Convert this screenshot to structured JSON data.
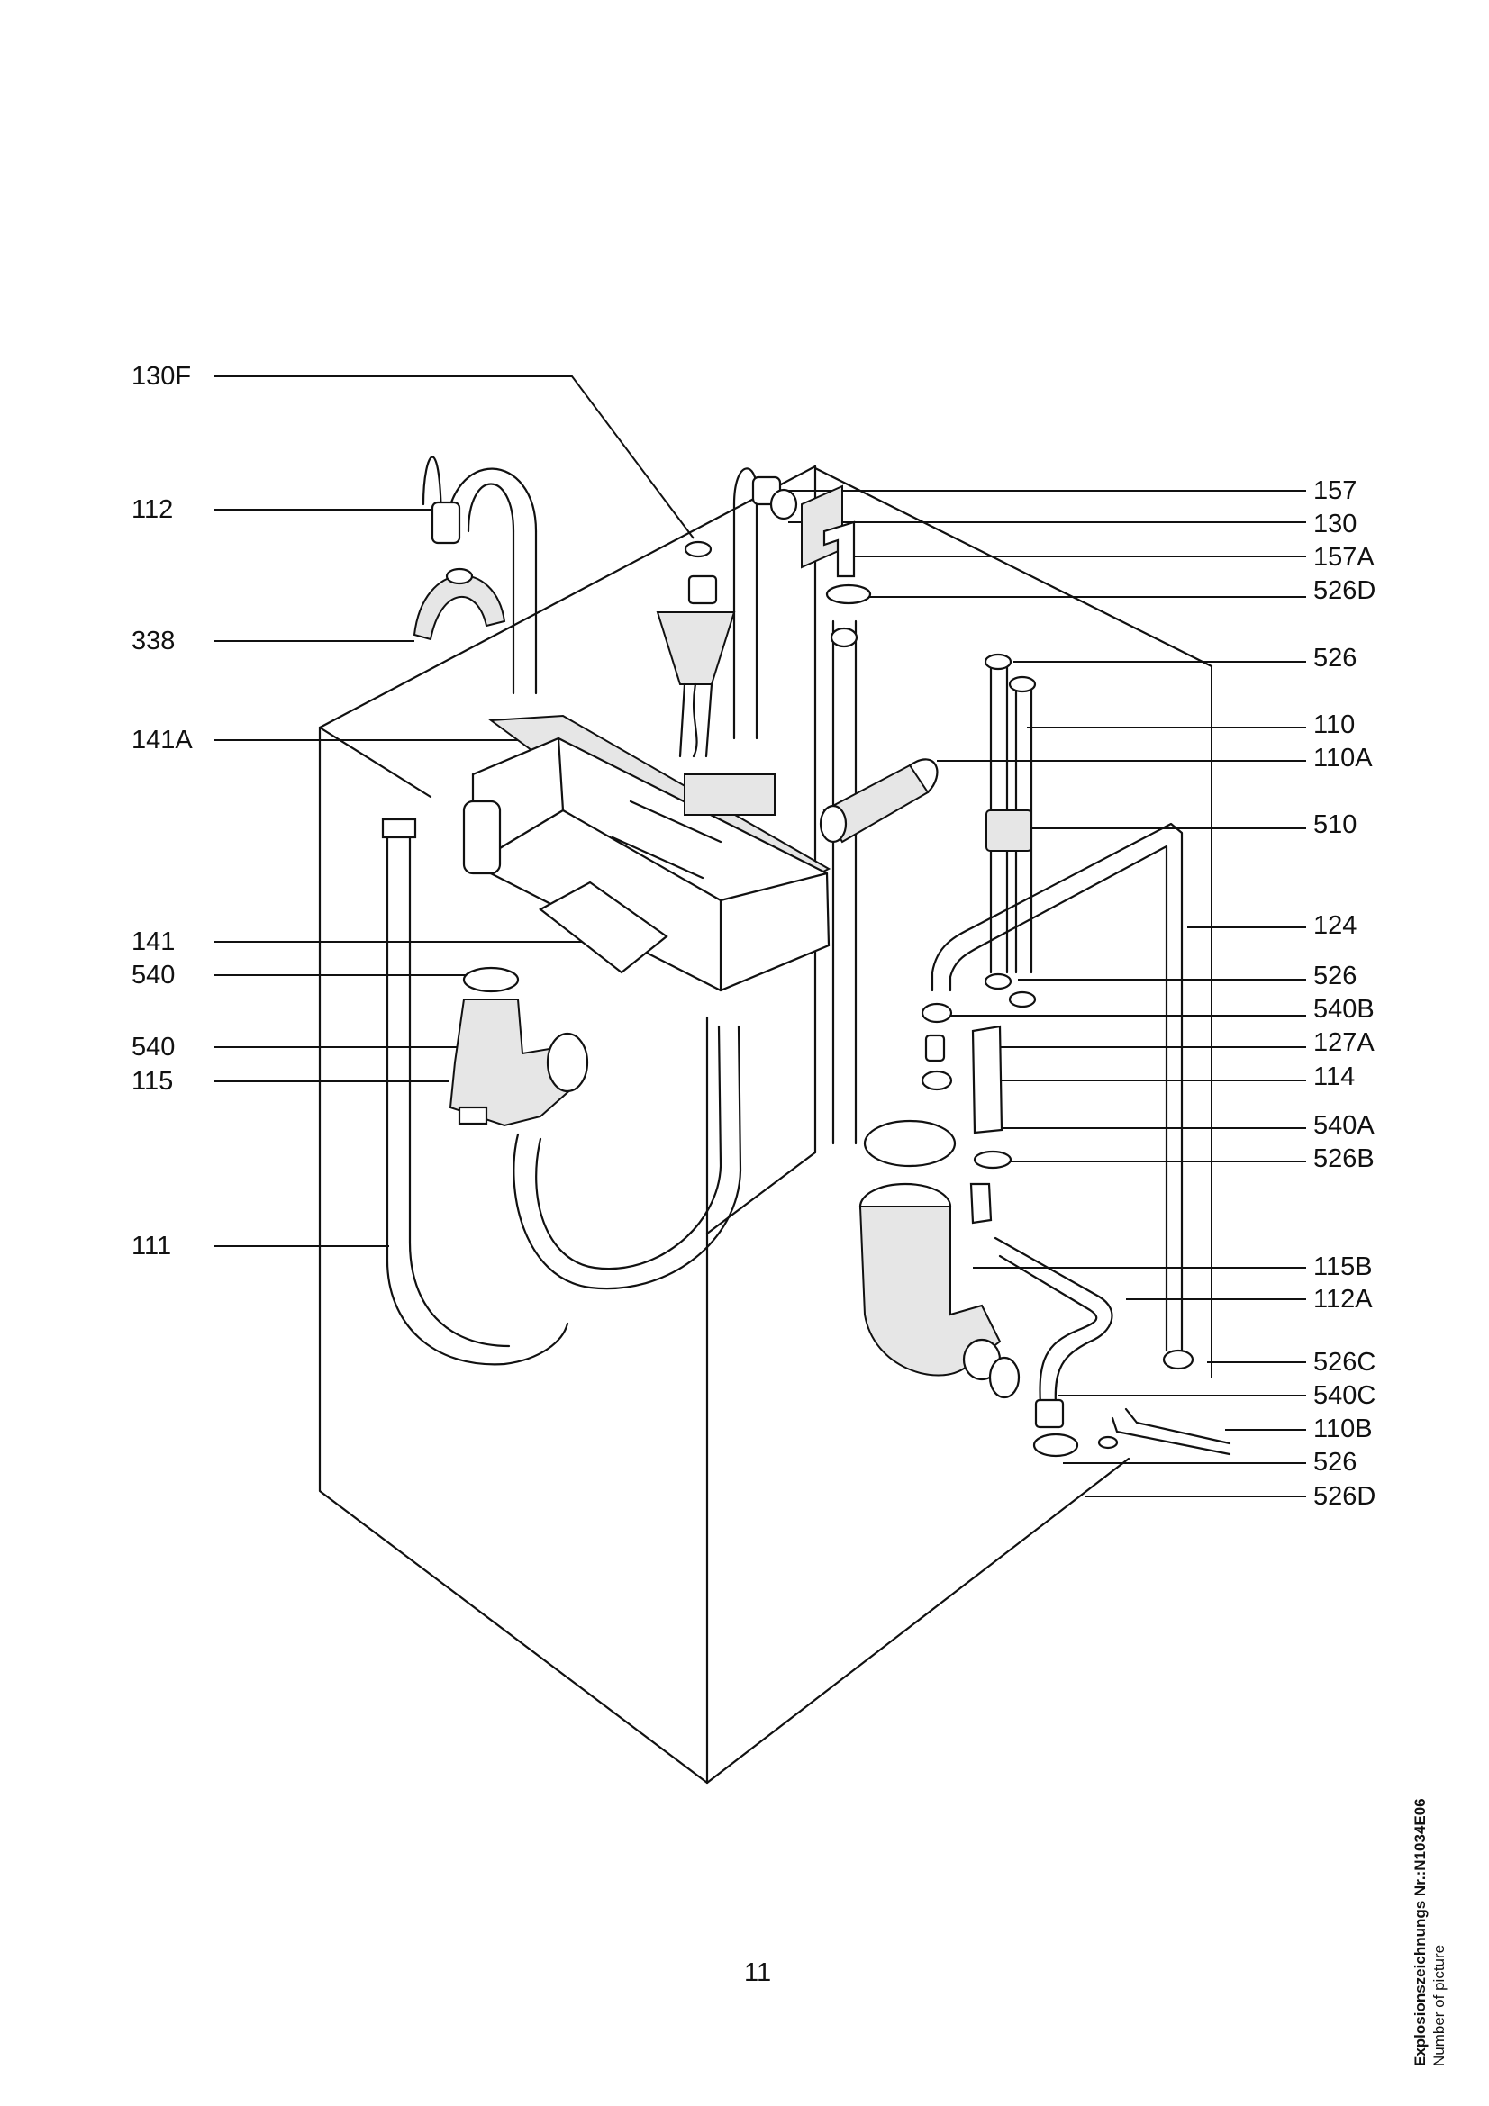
{
  "callouts_left": [
    "130F",
    "112",
    "338",
    "141A",
    "141",
    "540",
    "540",
    "115",
    "111"
  ],
  "callouts_right": [
    "157",
    "130",
    "157A",
    "526D",
    "526",
    "110",
    "110A",
    "510",
    "124",
    "526",
    "540B",
    "127A",
    "114",
    "540A",
    "526B",
    "115B",
    "112A",
    "526C",
    "540C",
    "110B",
    "526",
    "526D"
  ],
  "page_number": "11",
  "side_note": {
    "title": "Explosionszeichnungs Nr.:N1034E06",
    "subtitle": "Number of picture"
  }
}
